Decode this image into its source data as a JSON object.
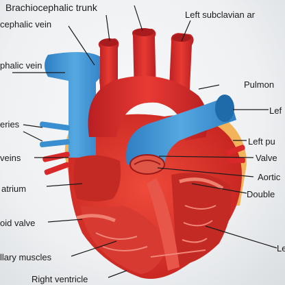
{
  "labels": {
    "brachiocephalic_trunk": "Brachiocephalic trunk",
    "left_subclavian_artery": "Left subclavian ar",
    "cephalic_vein": "cephalic vein",
    "phalic_vein": "phalic vein",
    "pulmonary": "Pulmon",
    "lef": "Lef",
    "eries": "eries",
    "left_pu": "Left pu",
    "veins": "veins",
    "valve": "Valve",
    "aortic": "Aortic",
    "atrium": "atrium",
    "double": "Double",
    "oid_valve": "oid valve",
    "le": "Le",
    "papillary_muscles": "llary muscles",
    "right_ventricle": "Right ventricle"
  },
  "colors": {
    "artery": "#d8282a",
    "artery_dark": "#a81c1e",
    "vein": "#3a8fd0",
    "vein_dark": "#1f6aa8",
    "myocardium": "#e03a2e",
    "chamber": "#c42a24",
    "fat": "#f2b35a",
    "leader": "#1a1a1a"
  }
}
